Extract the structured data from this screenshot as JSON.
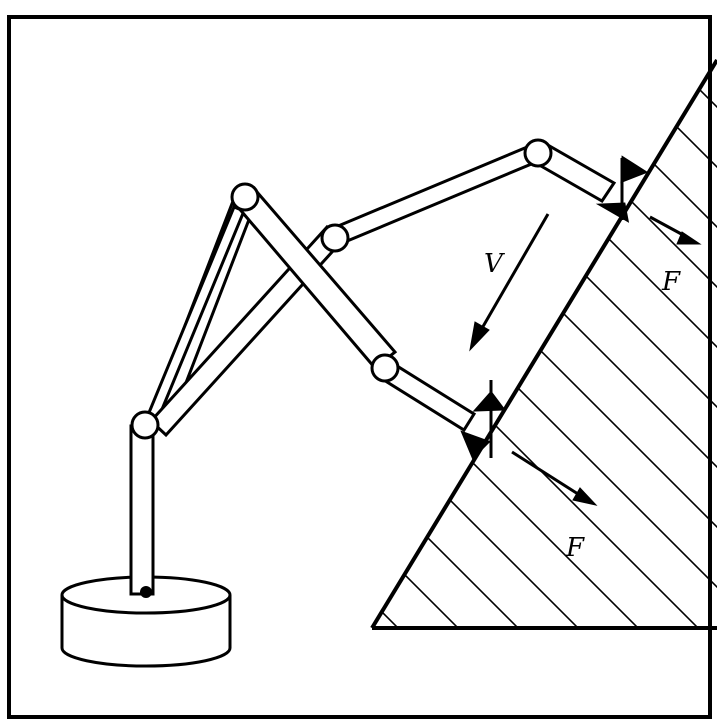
{
  "labels": {
    "velocity": "V",
    "force_upper": "F",
    "force_lower": "F"
  },
  "colors": {
    "ink": "#000000",
    "paper": "#ffffff"
  }
}
